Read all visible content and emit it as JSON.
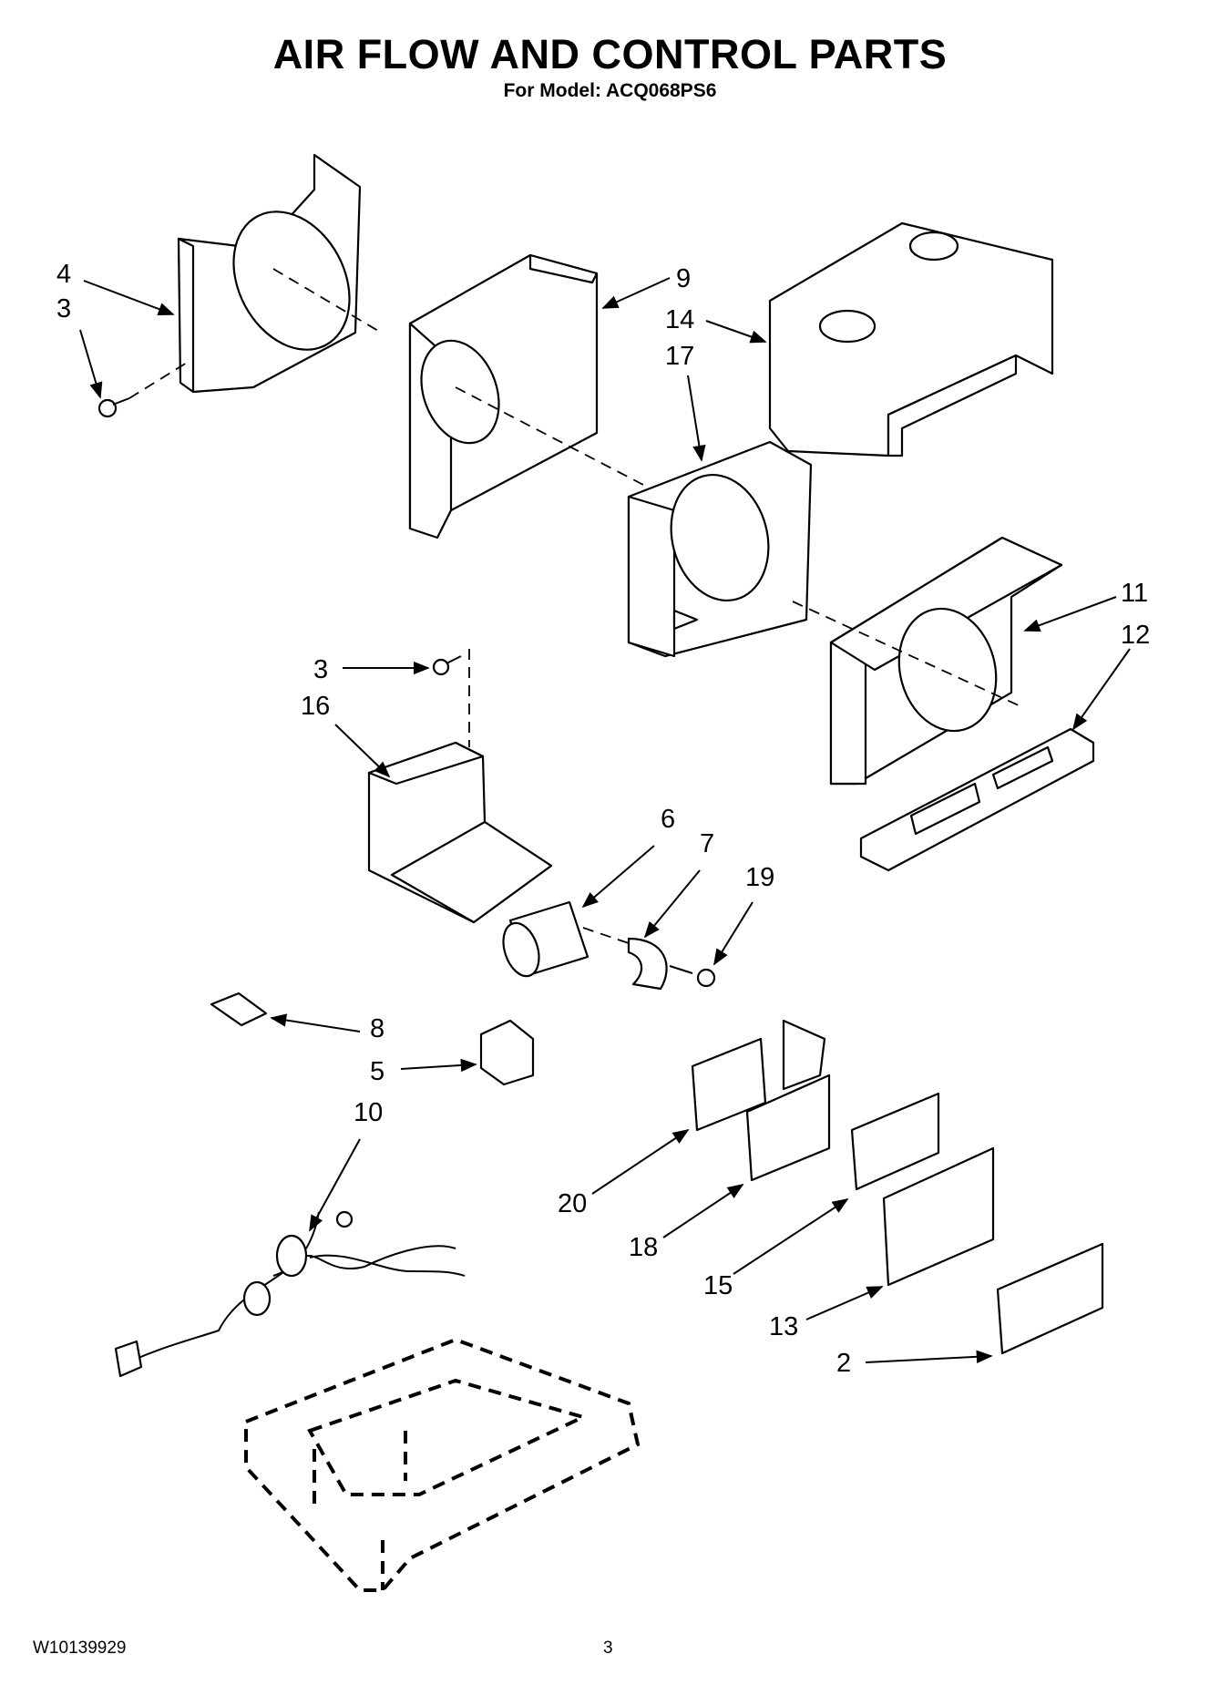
{
  "header": {
    "title": "AIR FLOW AND CONTROL PARTS",
    "subtitle": "For Model: ACQ068PS6"
  },
  "callouts": [
    "4",
    "3",
    "9",
    "14",
    "17",
    "11",
    "12",
    "3",
    "16",
    "6",
    "7",
    "19",
    "8",
    "5",
    "10",
    "20",
    "18",
    "15",
    "13",
    "2"
  ],
  "footer": {
    "doc_number": "W10139929",
    "page_number": "3"
  }
}
